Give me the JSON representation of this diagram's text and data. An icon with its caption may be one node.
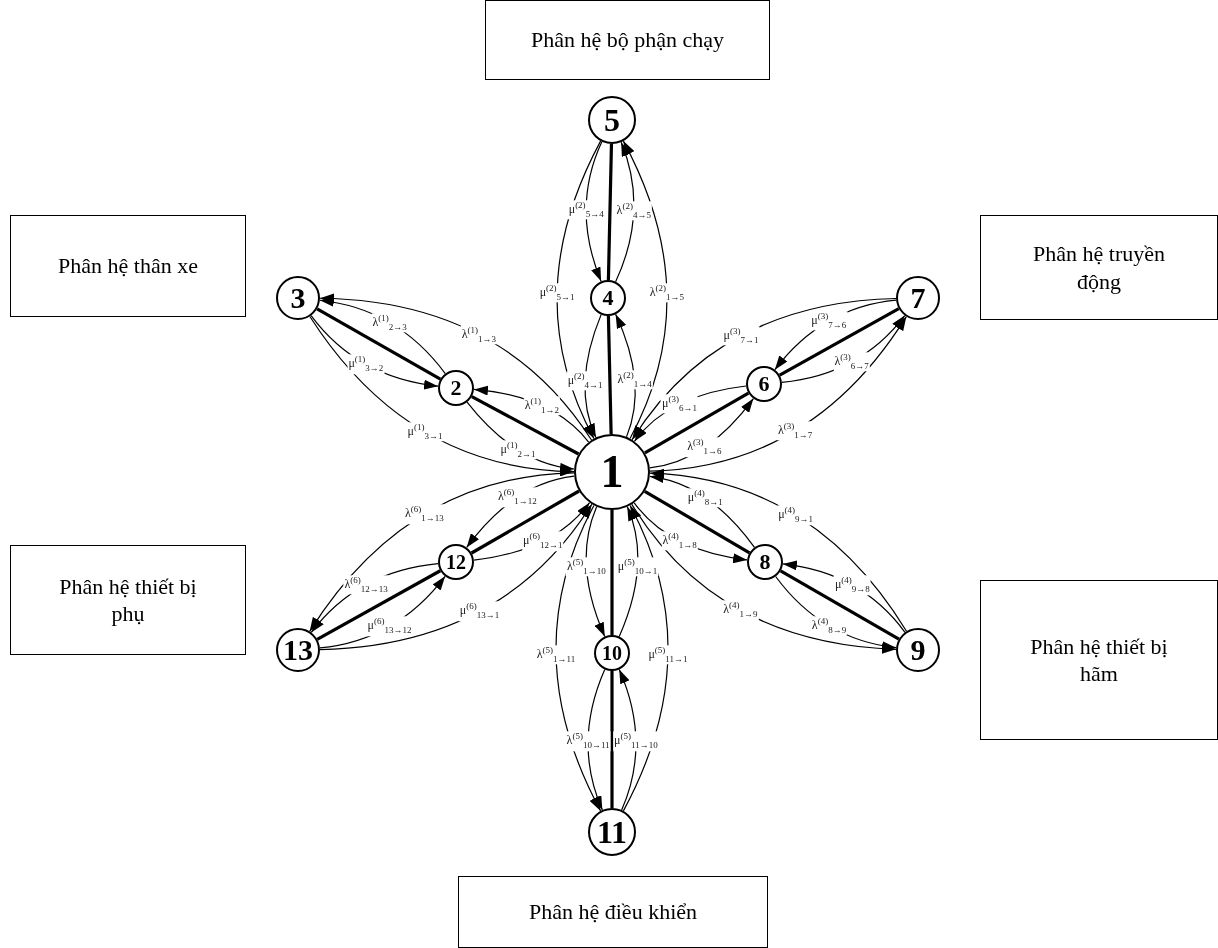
{
  "diagram": {
    "nodes": [
      {
        "text": [
          "1"
        ]
      },
      {
        "text": [
          "2"
        ]
      },
      {
        "text": [
          "3"
        ]
      },
      {
        "text": [
          "4"
        ]
      },
      {
        "text": [
          "5"
        ]
      },
      {
        "text": [
          "6"
        ]
      },
      {
        "text": [
          "7"
        ]
      },
      {
        "text": [
          "8"
        ]
      },
      {
        "text": [
          "9"
        ]
      },
      {
        "text": [
          "10"
        ]
      },
      {
        "text": [
          "11"
        ]
      },
      {
        "text": [
          "12"
        ]
      },
      {
        "text": [
          "13"
        ]
      },
      {
        "text": [
          "Phân hệ bộ phận chạy"
        ]
      },
      {
        "text": [
          "Phân hệ thân xe"
        ]
      },
      {
        "text": [
          "Phân hệ truyền động"
        ]
      },
      {
        "text": [
          "Phân hệ thiết bị phụ"
        ]
      },
      {
        "text": [
          "Phân hệ thiết bị hãm"
        ]
      },
      {
        "text": [
          "Phân hệ điều khiển"
        ]
      }
    ],
    "edges": [
      {
        "from": 0,
        "to": 1,
        "arrow": "none",
        "style": "thick"
      },
      {
        "from": 1,
        "to": 2,
        "arrow": "none",
        "style": "thick"
      },
      {
        "from": 0,
        "to": 1,
        "arrow": "to",
        "label": "λ$^{(1)}$$_{1→2}$"
      },
      {
        "from": 1,
        "to": 0,
        "arrow": "to",
        "label": "μ$^{(1)}$$_{2→1}$"
      },
      {
        "from": 1,
        "to": 2,
        "arrow": "to",
        "label": "λ$^{(1)}$$_{2→3}$"
      },
      {
        "from": 2,
        "to": 1,
        "arrow": "to",
        "label": "μ$^{(1)}$$_{3→2}$"
      },
      {
        "from": 0,
        "to": 2,
        "arrow": "to",
        "label": "λ$^{(1)}$$_{1→3}$"
      },
      {
        "from": 2,
        "to": 0,
        "arrow": "to",
        "label": "μ$^{(1)}$$_{3→1}$"
      },
      {
        "from": 0,
        "to": 3,
        "arrow": "none",
        "style": "thick"
      },
      {
        "from": 3,
        "to": 4,
        "arrow": "none",
        "style": "thick"
      },
      {
        "from": 0,
        "to": 3,
        "arrow": "to",
        "label": "λ$^{(2)}$$_{1→4}$"
      },
      {
        "from": 3,
        "to": 0,
        "arrow": "to",
        "label": "μ$^{(2)}$$_{4→1}$"
      },
      {
        "from": 3,
        "to": 4,
        "arrow": "to",
        "label": "λ$^{(2)}$$_{4→5}$"
      },
      {
        "from": 4,
        "to": 3,
        "arrow": "to",
        "label": "μ$^{(2)}$$_{5→4}$"
      },
      {
        "from": 0,
        "to": 4,
        "arrow": "to",
        "label": "λ$^{(2)}$$_{1→5}$"
      },
      {
        "from": 4,
        "to": 0,
        "arrow": "to",
        "label": "μ$^{(2)}$$_{5→1}$"
      },
      {
        "from": 0,
        "to": 5,
        "arrow": "none",
        "style": "thick"
      },
      {
        "from": 5,
        "to": 6,
        "arrow": "none",
        "style": "thick"
      },
      {
        "from": 0,
        "to": 5,
        "arrow": "to",
        "label": "λ$^{(3)}$$_{1→6}$"
      },
      {
        "from": 5,
        "to": 0,
        "arrow": "to",
        "label": "μ$^{(3)}$$_{6→1}$"
      },
      {
        "from": 5,
        "to": 6,
        "arrow": "to",
        "label": "λ$^{(3)}$$_{6→7}$"
      },
      {
        "from": 6,
        "to": 5,
        "arrow": "to",
        "label": "μ$^{(3)}$$_{7→6}$"
      },
      {
        "from": 0,
        "to": 6,
        "arrow": "to",
        "label": "λ$^{(3)}$$_{1→7}$"
      },
      {
        "from": 6,
        "to": 0,
        "arrow": "to",
        "label": "μ$^{(3)}$$_{7→1}$"
      },
      {
        "from": 0,
        "to": 7,
        "arrow": "none",
        "style": "thick"
      },
      {
        "from": 7,
        "to": 8,
        "arrow": "none",
        "style": "thick"
      },
      {
        "from": 0,
        "to": 7,
        "arrow": "to",
        "label": "λ$^{(4)}$$_{1→8}$"
      },
      {
        "from": 7,
        "to": 0,
        "arrow": "to",
        "label": "μ$^{(4)}$$_{8→1}$"
      },
      {
        "from": 7,
        "to": 8,
        "arrow": "to",
        "label": "λ$^{(4)}$$_{8→9}$"
      },
      {
        "from": 8,
        "to": 7,
        "arrow": "to",
        "label": "μ$^{(4)}$$_{9→8}$"
      },
      {
        "from": 0,
        "to": 8,
        "arrow": "to",
        "label": "λ$^{(4)}$$_{1→9}$"
      },
      {
        "from": 8,
        "to": 0,
        "arrow": "to",
        "label": "μ$^{(4)}$$_{9→1}$"
      },
      {
        "from": 0,
        "to": 9,
        "arrow": "none",
        "style": "thick"
      },
      {
        "from": 9,
        "to": 10,
        "arrow": "none",
        "style": "thick"
      },
      {
        "from": 0,
        "to": 9,
        "arrow": "to",
        "label": "λ$^{(5)}$$_{1→10}$"
      },
      {
        "from": 9,
        "to": 0,
        "arrow": "to",
        "label": "μ$^{(5)}$$_{10→1}$"
      },
      {
        "from": 9,
        "to": 10,
        "arrow": "to",
        "label": "λ$^{(5)}$$_{10→11}$"
      },
      {
        "from": 10,
        "to": 9,
        "arrow": "to",
        "label": "μ$^{(5)}$$_{11→10}$"
      },
      {
        "from": 0,
        "to": 10,
        "arrow": "to",
        "label": "λ$^{(5)}$$_{1→11}$"
      },
      {
        "from": 10,
        "to": 0,
        "arrow": "to",
        "label": "μ$^{(5)}$$_{11→1}$"
      },
      {
        "from": 0,
        "to": 11,
        "arrow": "none",
        "style": "thick"
      },
      {
        "from": 11,
        "to": 12,
        "arrow": "none",
        "style": "thick"
      },
      {
        "from": 0,
        "to": 11,
        "arrow": "to",
        "label": "λ$^{(6)}$$_{1→12}$"
      },
      {
        "from": 11,
        "to": 0,
        "arrow": "to",
        "label": "μ$^{(6)}$$_{12→1}$"
      },
      {
        "from": 11,
        "to": 12,
        "arrow": "to",
        "label": "λ$^{(6)}$$_{12→13}$"
      },
      {
        "from": 12,
        "to": 11,
        "arrow": "to",
        "label": "μ$^{(6)}$$_{13→12}$"
      },
      {
        "from": 0,
        "to": 12,
        "arrow": "to",
        "label": "λ$^{(6)}$$_{1→13}$"
      },
      {
        "from": 12,
        "to": 0,
        "arrow": "to",
        "label": "μ$^{(6)}$$_{13→1}$"
      }
    ]
  }
}
